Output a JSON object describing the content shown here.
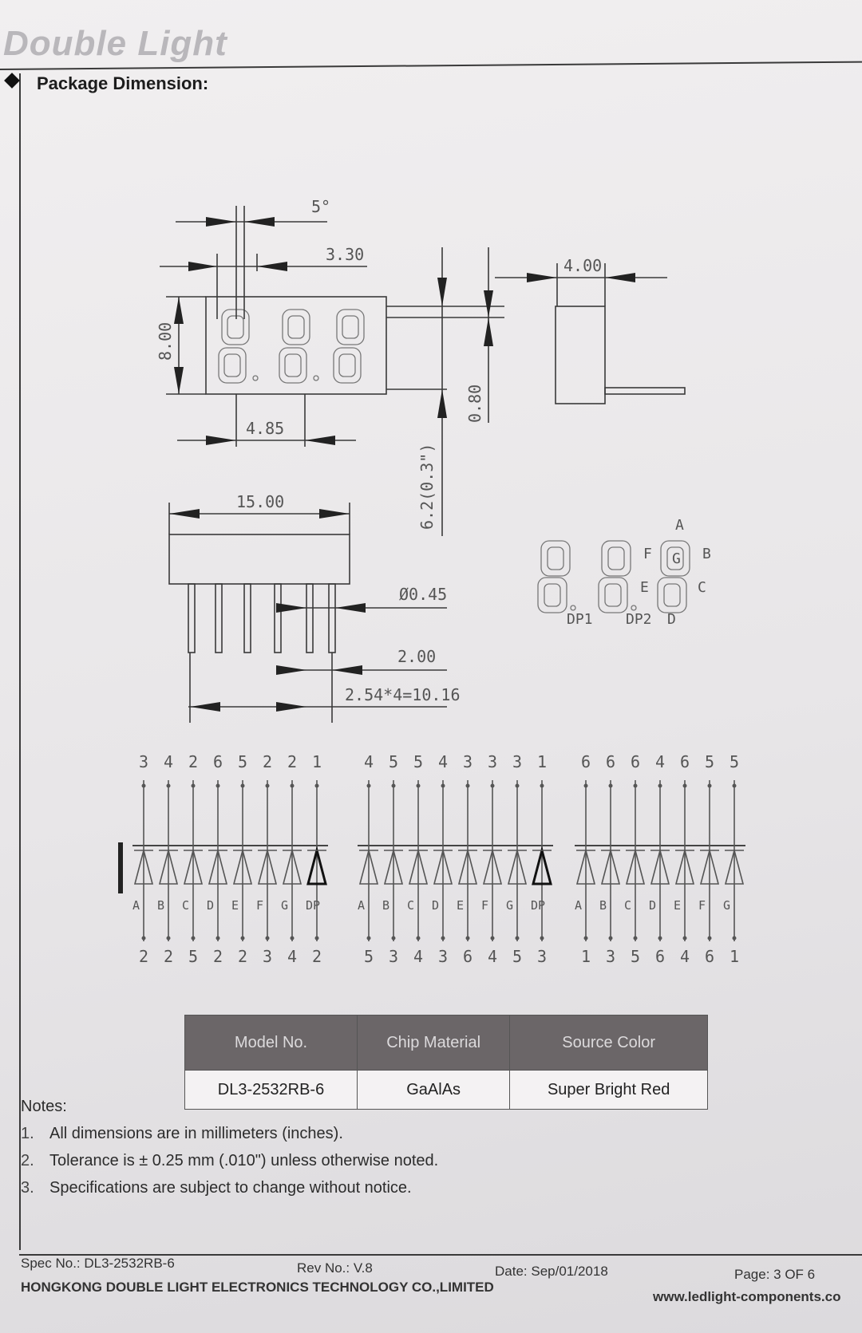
{
  "header": {
    "brand": "Double Light",
    "section_title": "Package Dimension:"
  },
  "dimensions": {
    "angle": "5°",
    "d330": "3.30",
    "d400": "4.00",
    "d800": "8.00",
    "d485": "4.85",
    "d080": "0.80",
    "d62": "6.2(0.3\")",
    "d1500": "15.00",
    "d045": "Ø0.45",
    "d200": "2.00",
    "pitch": "2.54*4=10.16"
  },
  "segment_diagram": {
    "labels": [
      "A",
      "B",
      "C",
      "D",
      "E",
      "F",
      "G",
      "DP1",
      "DP2"
    ]
  },
  "schematic": {
    "groups": [
      {
        "top": [
          "3",
          "4",
          "2",
          "6",
          "5",
          "2",
          "2",
          "1"
        ],
        "segments": [
          "A",
          "B",
          "C",
          "D",
          "E",
          "F",
          "G",
          "DP"
        ],
        "bottom": [
          "2",
          "2",
          "5",
          "2",
          "2",
          "3",
          "4",
          "2"
        ]
      },
      {
        "top": [
          "4",
          "5",
          "5",
          "4",
          "3",
          "3",
          "3",
          "1"
        ],
        "segments": [
          "A",
          "B",
          "C",
          "D",
          "E",
          "F",
          "G",
          "DP"
        ],
        "bottom": [
          "5",
          "3",
          "4",
          "3",
          "6",
          "4",
          "5",
          "3"
        ]
      },
      {
        "top": [
          "6",
          "6",
          "6",
          "4",
          "6",
          "5",
          "5"
        ],
        "segments": [
          "A",
          "B",
          "C",
          "D",
          "E",
          "F",
          "G"
        ],
        "bottom": [
          "1",
          "3",
          "5",
          "6",
          "4",
          "6",
          "1"
        ]
      }
    ]
  },
  "spec_table": {
    "headers": [
      "Model No.",
      "Chip Material",
      "Source Color"
    ],
    "row": [
      "DL3-2532RB-6",
      "GaAlAs",
      "Super Bright Red"
    ]
  },
  "notes": {
    "title": "Notes:",
    "items": [
      {
        "num": "1.",
        "text": "All dimensions are in millimeters (inches)."
      },
      {
        "num": "2.",
        "text": "Tolerance is ± 0.25 mm (.010\") unless otherwise noted."
      },
      {
        "num": "3.",
        "text": "Specifications are subject to change without notice."
      }
    ]
  },
  "footer": {
    "spec_no": "Spec No.: DL3-2532RB-6",
    "rev_no": "Rev No.: V.8",
    "date": "Date: Sep/01/2018",
    "page": "Page: 3 OF 6",
    "company": "HONGKONG DOUBLE LIGHT ELECTRONICS TECHNOLOGY CO.,LIMITED",
    "website": "www.ledlight-components.co"
  }
}
